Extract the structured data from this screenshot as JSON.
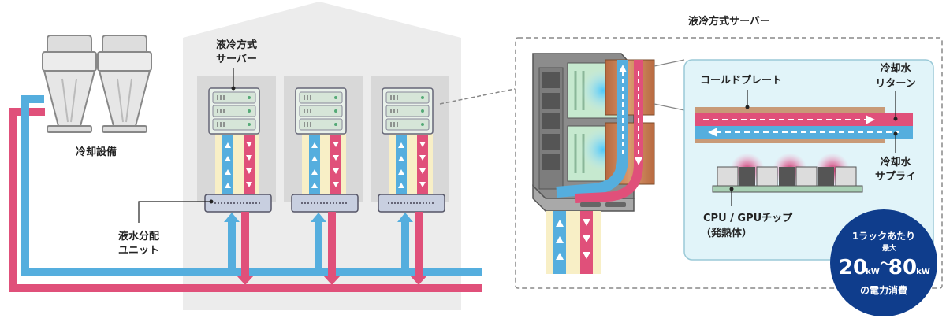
{
  "labels": {
    "cooling_equipment": "冷却設備",
    "server_group_line1": "液冷方式",
    "server_group_line2": "サーバー",
    "cdu_line1": "液水分配",
    "cdu_line2": "ユニット",
    "detail_title": "液冷方式サーバー",
    "cold_plate": "コールドプレート",
    "return_line1": "冷却水",
    "return_line2": "リターン",
    "supply_line1": "冷却水",
    "supply_line2": "サプライ",
    "chip_line1": "CPU / GPUチップ",
    "chip_line2": "（発熱体）"
  },
  "badge": {
    "line1": "1ラックあたり",
    "min_value": "20",
    "unit_a": "kW",
    "tilde": "〜",
    "max_label": "最大",
    "max_value": "80",
    "unit_b": "kW",
    "line3": "の電力消費"
  },
  "colors": {
    "hot": "#e0507a",
    "cold": "#55aede",
    "building": "#ececec",
    "rack": "#d8d8d8",
    "cream": "#f8efc6",
    "badge": "#0f3d8c",
    "cold_plate": "#c89a78"
  }
}
